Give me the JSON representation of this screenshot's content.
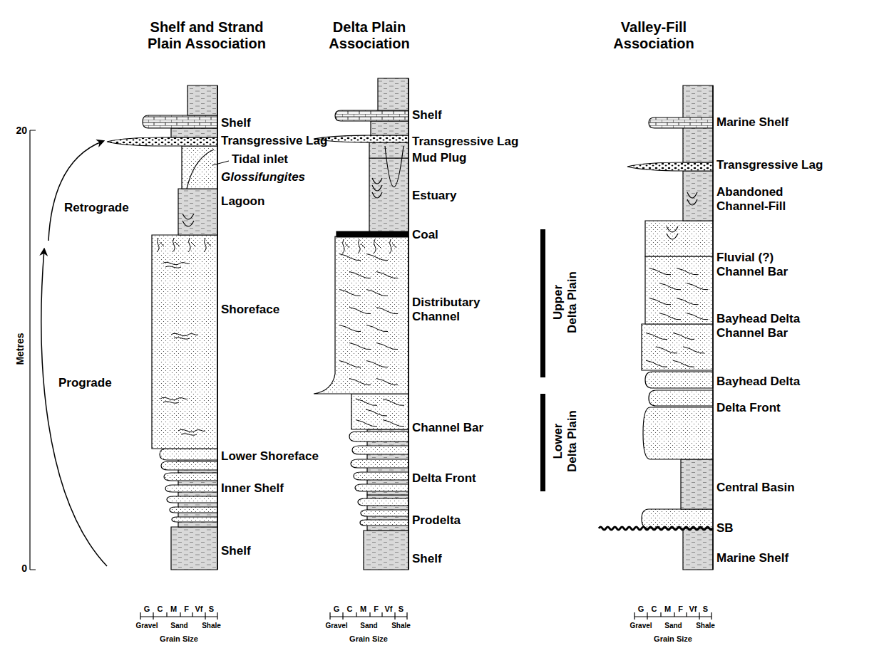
{
  "diagram": {
    "labels": [
      "Shelf and Strand Plain Association",
      "Delta Plain Association",
      "Valley-Fill Association",
      "20",
      "0",
      "Metres",
      "Retrograde",
      "Prograde",
      "Shelf",
      "Transgressive Lag",
      "Tidal inlet",
      "Glossifungites",
      "Lagoon",
      "Shoreface",
      "Lower Shoreface",
      "Inner Shelf",
      "Shelf",
      "Shelf",
      "Transgressive Lag",
      "Mud Plug",
      "Estuary",
      "Coal",
      "Distributary Channel",
      "Channel Bar",
      "Delta Front",
      "Prodelta",
      "Shelf",
      "Upper Delta Plain",
      "Lower Delta Plain",
      "Marine Shelf",
      "Transgressive Lag",
      "Abandoned Channel-Fill",
      "Fluvial (?) Channel Bar",
      "Bayhead Delta Channel Bar",
      "Bayhead Delta",
      "Delta Front",
      "Central Basin",
      "SB",
      "Marine Shelf",
      "G",
      "C",
      "M",
      "F",
      "Vf",
      "S",
      "Gravel",
      "Sand",
      "Shale",
      "Grain Size",
      "G",
      "C",
      "M",
      "F",
      "Vf",
      "S",
      "Gravel",
      "Sand",
      "Shale",
      "Grain Size",
      "G",
      "C",
      "M",
      "F",
      "Vf",
      "S",
      "Gravel",
      "Sand",
      "Shale",
      "Grain Size"
    ]
  }
}
